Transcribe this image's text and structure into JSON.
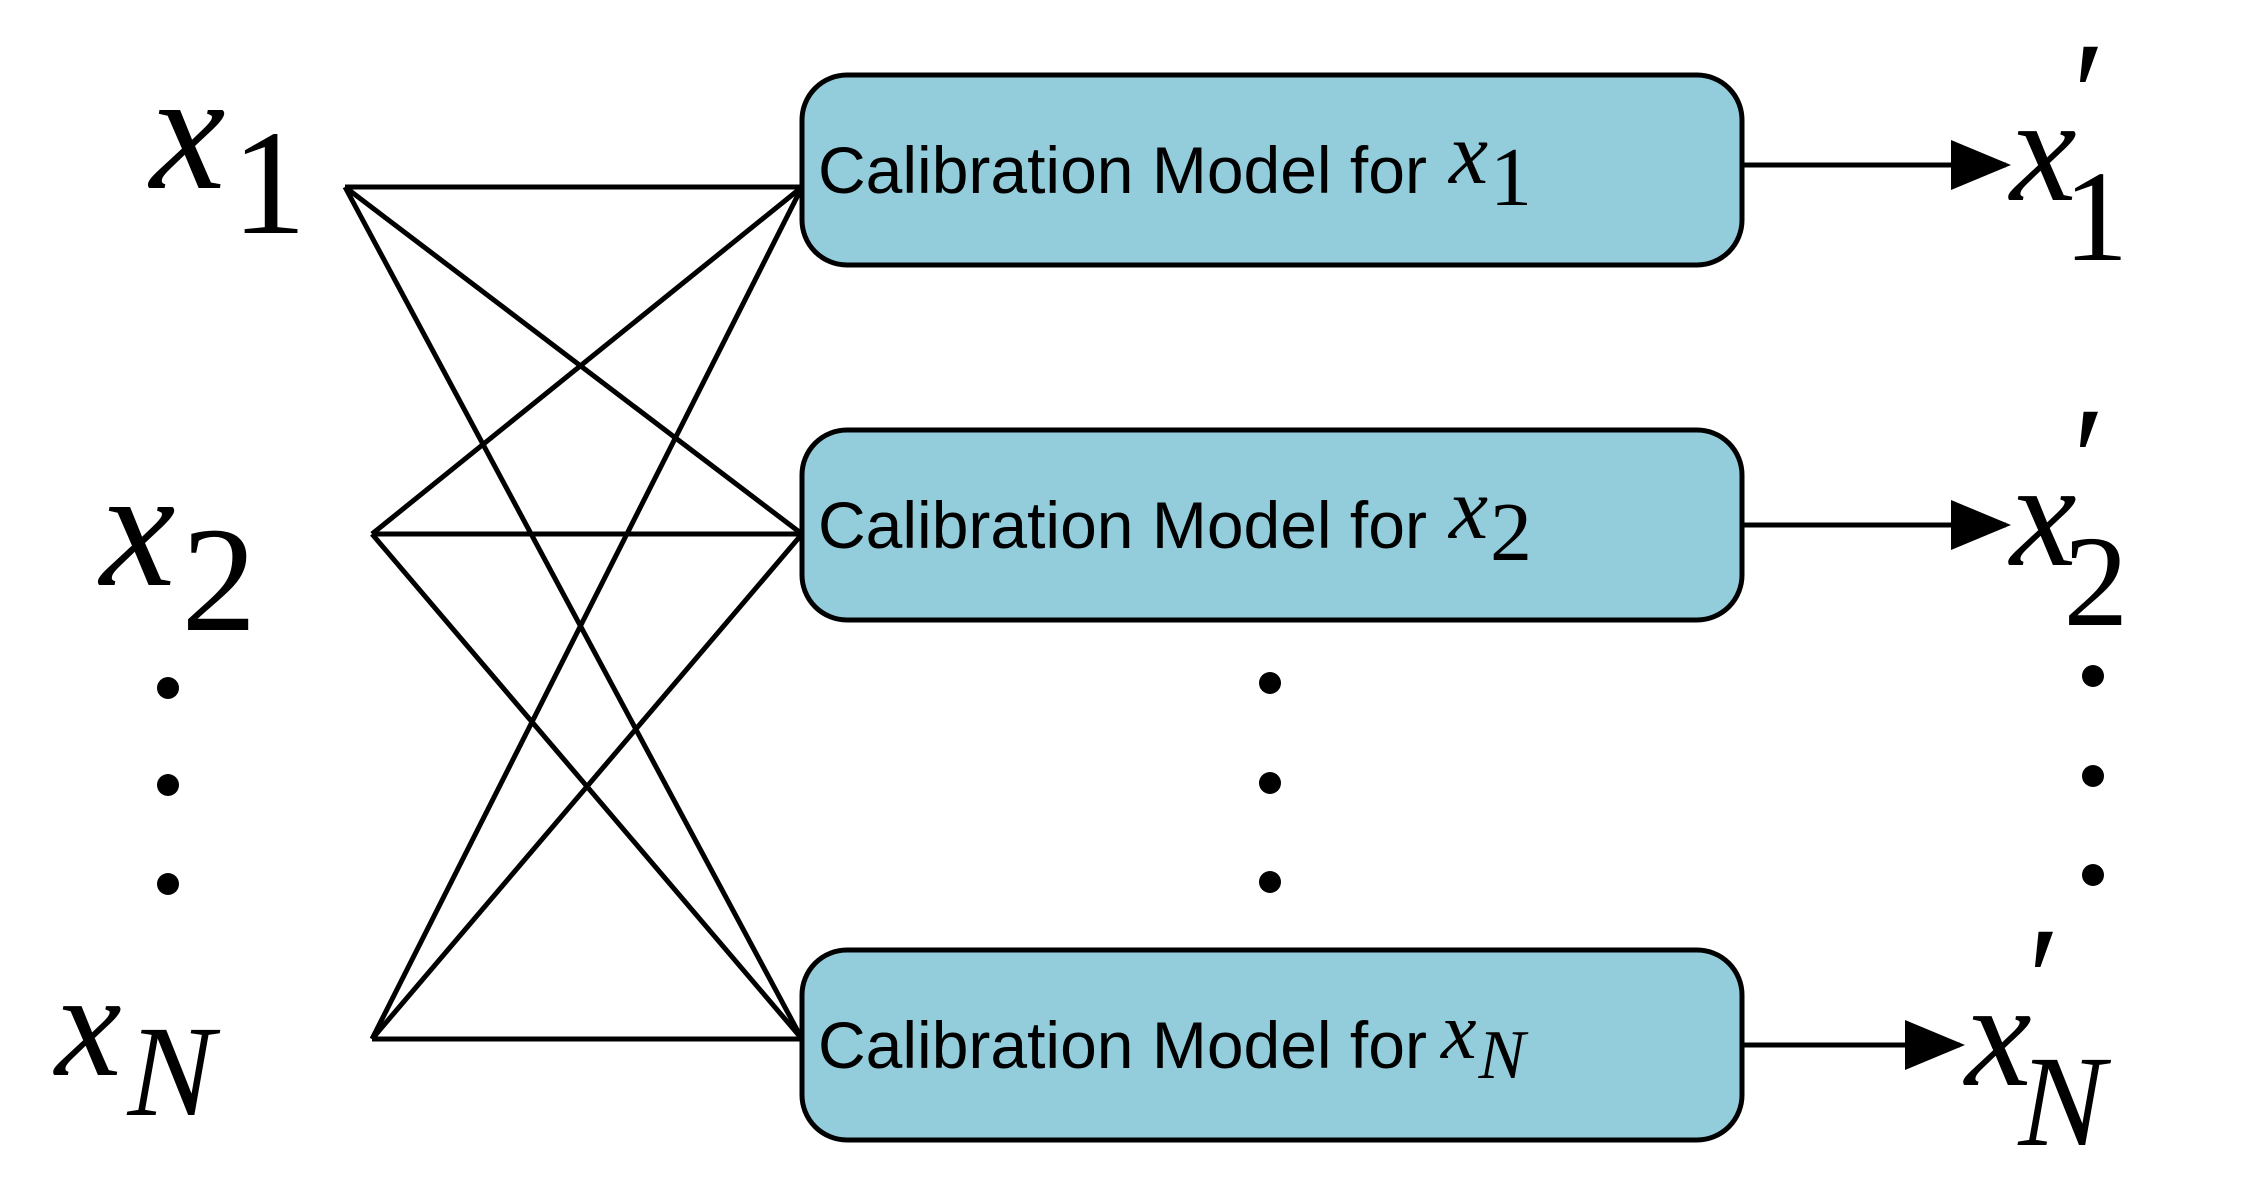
{
  "diagram": {
    "colors": {
      "box_fill": "#93CDDC",
      "box_stroke": "#000000",
      "line": "#000000",
      "background": "#ffffff"
    },
    "inputs": [
      {
        "var": "x",
        "sub": "1"
      },
      {
        "var": "x",
        "sub": "2"
      },
      {
        "var": "x",
        "sub": "N"
      }
    ],
    "boxes": [
      {
        "label": "Calibration Model for",
        "var": "x",
        "sub": "1"
      },
      {
        "label": "Calibration Model for",
        "var": "x",
        "sub": "2"
      },
      {
        "label": "Calibration Model for",
        "var": "x",
        "sub": "N"
      }
    ],
    "outputs": [
      {
        "var": "x",
        "prime": "′",
        "sub": "1"
      },
      {
        "var": "x",
        "prime": "′",
        "sub": "2"
      },
      {
        "var": "x",
        "prime": "′",
        "sub": "N"
      }
    ]
  }
}
